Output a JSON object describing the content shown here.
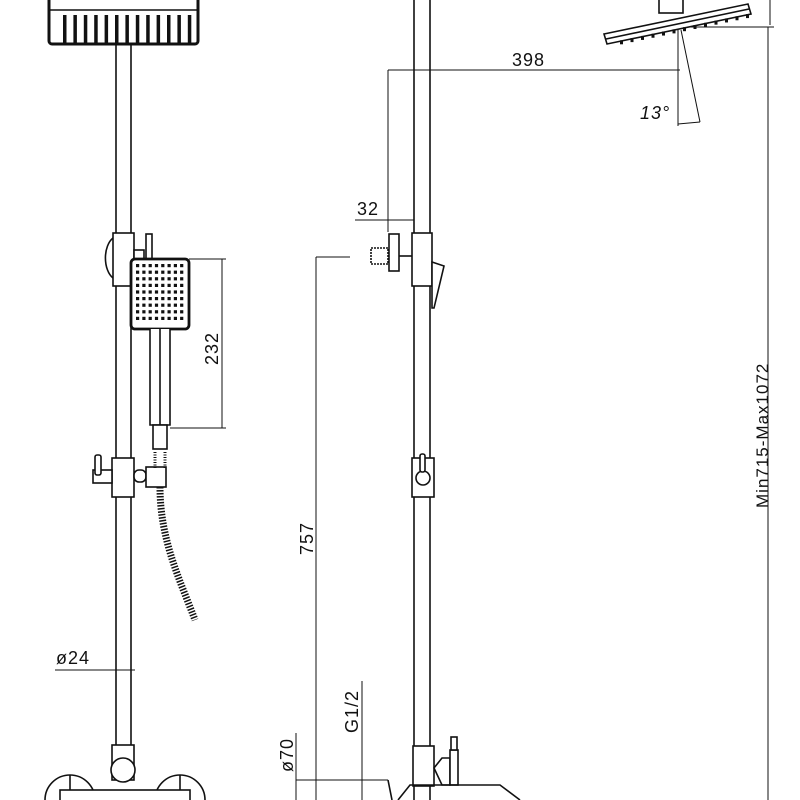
{
  "drawing": {
    "front_view": {
      "dimensions": {
        "hand_shower_length": "232",
        "pipe_diameter": "ø24"
      }
    },
    "side_view": {
      "dimensions": {
        "arm_length": "398",
        "head_tilt": "13°",
        "bracket_offset": "32",
        "bracket_height": "757",
        "escutcheon_diameter": "ø70",
        "inlet_thread": "G1/2",
        "height_range": "Min715-Max1072"
      }
    },
    "colors": {
      "line": "#111111",
      "background": "#ffffff"
    }
  }
}
